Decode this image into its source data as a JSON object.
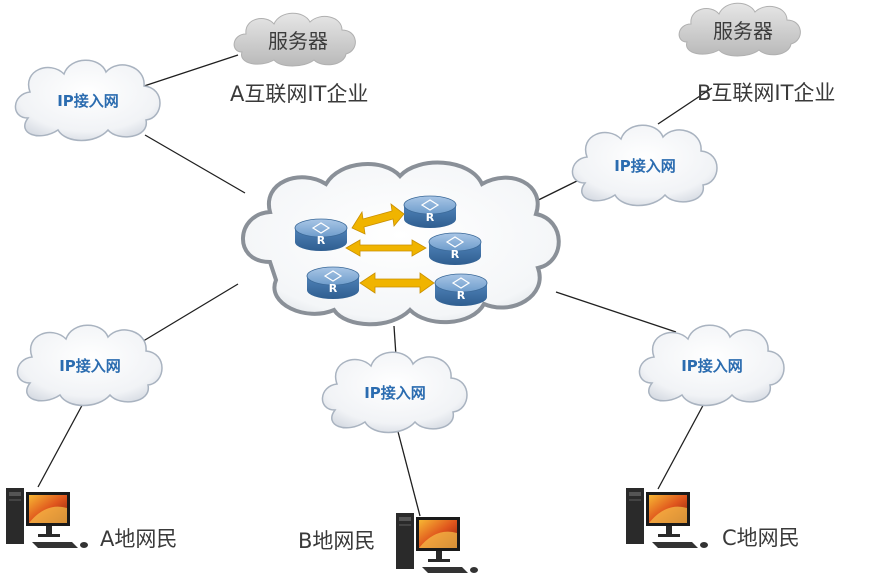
{
  "servers": [
    {
      "label": "服务器"
    },
    {
      "label": "服务器"
    }
  ],
  "organizations": [
    {
      "label": "A互联网IT企业"
    },
    {
      "label": "B互联网IT企业"
    }
  ],
  "access_networks": [
    {
      "label": "IP接入网"
    },
    {
      "label": "IP接入网"
    },
    {
      "label": "IP接入网"
    },
    {
      "label": "IP接入网"
    },
    {
      "label": "IP接入网"
    }
  ],
  "routers": [
    {
      "label": "R"
    },
    {
      "label": "R"
    },
    {
      "label": "R"
    },
    {
      "label": "R"
    },
    {
      "label": "R"
    },
    {
      "label": "R"
    }
  ],
  "users": [
    {
      "label": "A地网民"
    },
    {
      "label": "B地网民"
    },
    {
      "label": "C地网民"
    }
  ],
  "colors": {
    "access_text": "#2b6cb0",
    "router_body": "#4a7fb5",
    "arrow": "#f0b400",
    "server_cloud": "#cfcfcf"
  }
}
